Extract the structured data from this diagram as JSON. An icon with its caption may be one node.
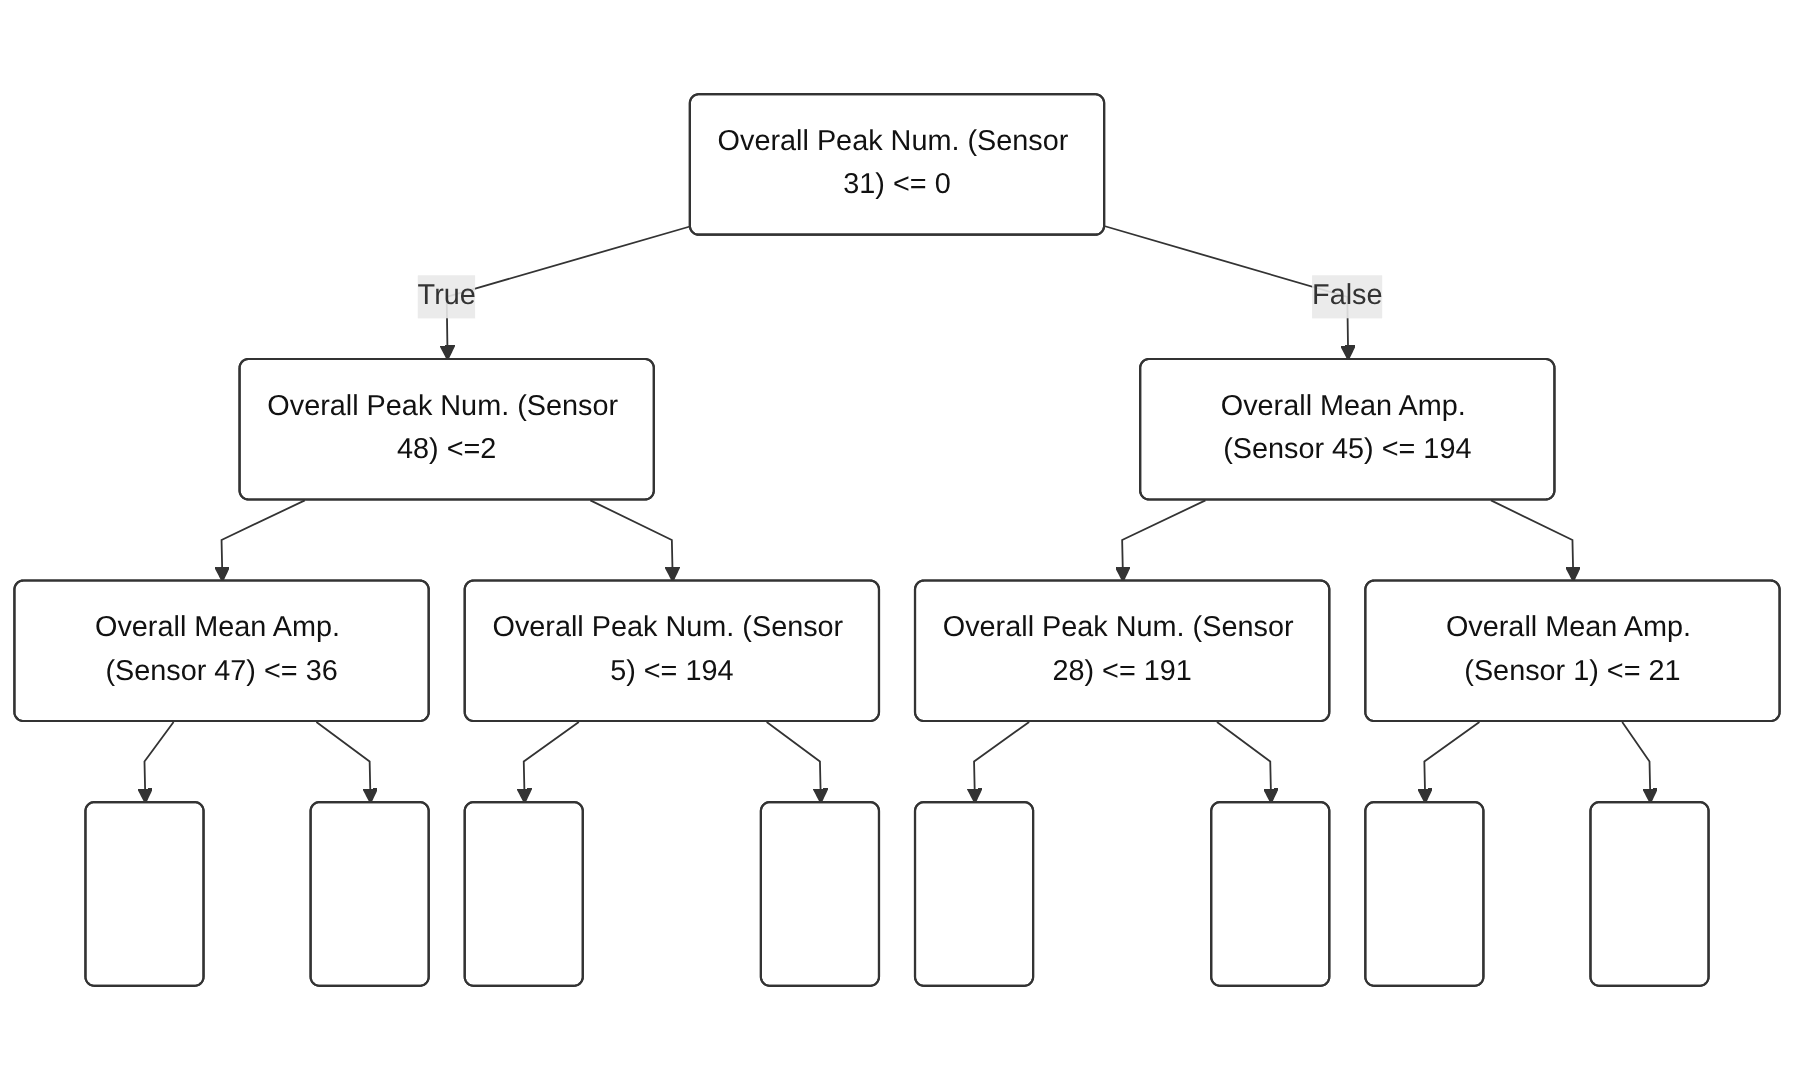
{
  "diagram": {
    "nodes": [
      {
        "text": [
          "Overall Peak Num. (Sensor 31) <= 0"
        ]
      },
      {
        "text": [
          "Overall Peak Num. (Sensor 48) <=2"
        ]
      },
      {
        "text": [
          "Overall Mean Amp. (Sensor 45) <= 194"
        ]
      },
      {
        "text": [
          "Overall Mean Amp. (Sensor 47) <= 36"
        ]
      },
      {
        "text": [
          "Overall Peak Num. (Sensor 5) <= 194"
        ]
      },
      {
        "text": [
          "Overall Peak Num. (Sensor 28) <= 191"
        ]
      },
      {
        "text": [
          "Overall Mean Amp. (Sensor 1) <= 21"
        ]
      },
      {
        "text": [],
        "shape": "box"
      },
      {
        "text": [],
        "shape": "box"
      },
      {
        "text": [],
        "shape": "box"
      },
      {
        "text": [],
        "shape": "box"
      },
      {
        "text": [],
        "shape": "box"
      },
      {
        "text": [],
        "shape": "box"
      },
      {
        "text": [],
        "shape": "box"
      },
      {
        "text": [],
        "shape": "box"
      }
    ],
    "edges": [
      {
        "from": 0,
        "to": 1,
        "arrow": "to",
        "label": "True"
      },
      {
        "from": 0,
        "to": 2,
        "arrow": "to",
        "label": "False"
      },
      {
        "from": 1,
        "to": 3,
        "arrow": "to"
      },
      {
        "from": 1,
        "to": 4,
        "arrow": "to"
      },
      {
        "from": 2,
        "to": 5,
        "arrow": "to"
      },
      {
        "from": 2,
        "to": 6,
        "arrow": "to"
      },
      {
        "from": 3,
        "to": 7,
        "arrow": "to"
      },
      {
        "from": 3,
        "to": 8,
        "arrow": "to"
      },
      {
        "from": 4,
        "to": 9,
        "arrow": "to"
      },
      {
        "from": 4,
        "to": 10,
        "arrow": "to"
      },
      {
        "from": 5,
        "to": 11,
        "arrow": "to"
      },
      {
        "from": 5,
        "to": 12,
        "arrow": "to"
      },
      {
        "from": 6,
        "to": 13,
        "arrow": "to"
      },
      {
        "from": 6,
        "to": 14,
        "arrow": "to"
      }
    ]
  }
}
